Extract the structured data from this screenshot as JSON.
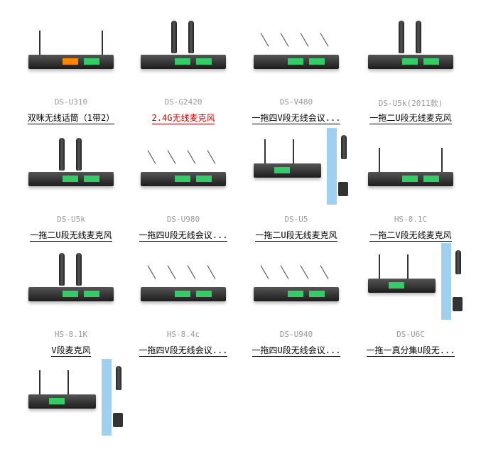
{
  "products": [
    {
      "model": "DS-U310",
      "title": "双咪无线话筒（1带2）"
    },
    {
      "model": "DS-G2420",
      "title": "2.4G无线麦克风",
      "highlight": true
    },
    {
      "model": "DS-V480",
      "title": "一拖四V段无线会议..."
    },
    {
      "model": "DS-U5k(2011款)",
      "title": "一拖二U段无线麦克风"
    },
    {
      "model": "DS-U5k",
      "title": "一拖二U段无线麦克风"
    },
    {
      "model": "DS-U980",
      "title": "一拖四U段无线会议..."
    },
    {
      "model": "DS-U5",
      "title": "一拖二U段无线麦克风"
    },
    {
      "model": "HS-8.1C",
      "title": "一拖二V段无线麦克风"
    },
    {
      "model": "HS-8.1K",
      "title": "V段麦克风"
    },
    {
      "model": "HS-8.4c",
      "title": "一拖四V段无线会议..."
    },
    {
      "model": "DS-U940",
      "title": "一拖四U段无线会议..."
    },
    {
      "model": "DS-U6C",
      "title": "一拖一真分集U段无..."
    },
    {
      "model": "",
      "title": ""
    }
  ]
}
